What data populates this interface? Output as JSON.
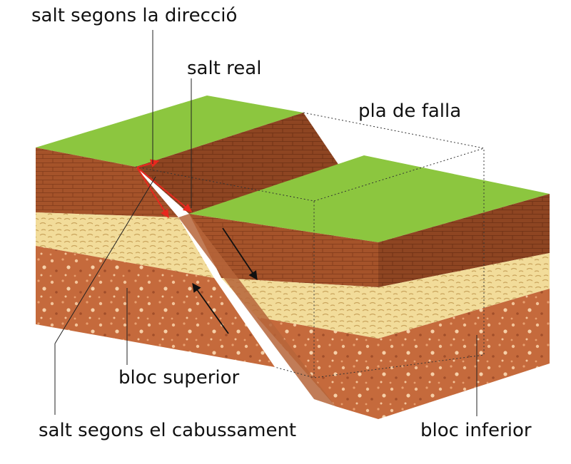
{
  "labels": {
    "strike_slip": "salt segons la direcció",
    "net_slip": "salt real",
    "fault_plane": "pla de falla",
    "hanging_wall": "bloc superior",
    "dip_slip": "salt segons el cabussament",
    "footwall": "bloc inferior"
  },
  "colors": {
    "grass": "#8cc63f",
    "topsoil": "#a5532a",
    "sand": "#f2dc9a",
    "gravel": "#c56a3c",
    "slip_arrows": "#e8281e",
    "motion_arrows": "#111111"
  }
}
